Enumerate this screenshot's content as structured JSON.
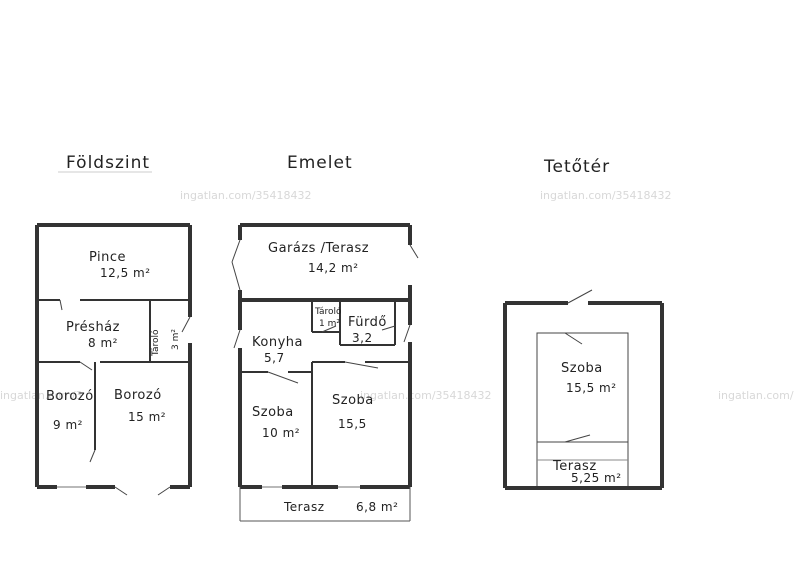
{
  "watermark": "ingatlan.com/35418432",
  "watermark_edge_left": "ingatlan.com/3",
  "watermark_edge_right": "ingatlan.com/",
  "floors": {
    "ground": {
      "title": "Földszint",
      "rooms": {
        "pince": {
          "name": "Pince",
          "area": "12,5 m²"
        },
        "preshaz": {
          "name": "Présház",
          "area": "8 m²"
        },
        "tarolo": {
          "name": "Tároló",
          "area": "3 m²"
        },
        "borozo1": {
          "name": "Borozó",
          "area": "9 m²"
        },
        "borozo2": {
          "name": "Borozó",
          "area": "15 m²"
        }
      }
    },
    "first": {
      "title": "Emelet",
      "rooms": {
        "garazs": {
          "name": "Garázs /Terasz",
          "area": "14,2 m²"
        },
        "tarolo": {
          "name": "Tároló",
          "area": "1 m²"
        },
        "furdo": {
          "name": "Fürdő",
          "area": "3,2"
        },
        "konyha": {
          "name": "Konyha",
          "area": "5,7"
        },
        "szoba1": {
          "name": "Szoba",
          "area": "10 m²"
        },
        "szoba2": {
          "name": "Szoba",
          "area": "15,5"
        },
        "terasz": {
          "name": "Terasz",
          "area": "6,8 m²"
        }
      }
    },
    "attic": {
      "title": "Tetőtér",
      "rooms": {
        "szoba": {
          "name": "Szoba",
          "area": "15,5 m²"
        },
        "terasz": {
          "name": "Terasz",
          "area": "5,25 m²"
        }
      }
    }
  }
}
